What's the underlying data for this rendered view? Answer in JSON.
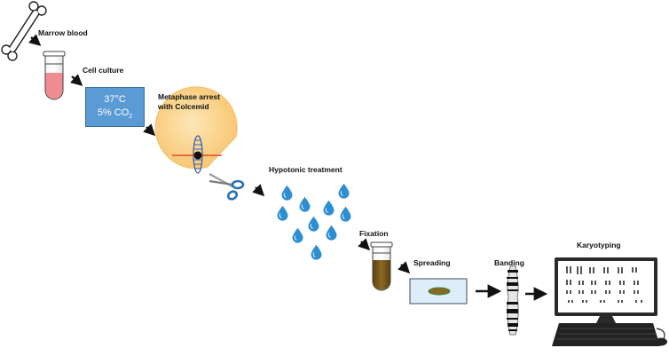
{
  "labels": {
    "marrow": "Marrow blood",
    "culture": "Cell culture",
    "metaphase_line1": "Metaphase arrest",
    "metaphase_line2": "with Colcemid",
    "hypotonic": "Hypotonic treatment",
    "fixation": "Fixation",
    "spreading": "Spreading",
    "banding": "Banding",
    "karyotyping": "Karyotyping"
  },
  "incubator": {
    "temperature": "37°C",
    "co2_prefix": "5% CO",
    "co2_sub": "2"
  },
  "colors": {
    "tube_blood": "#f08a93",
    "incubator": "#5b9bd5",
    "cell": "#fbd28a",
    "water_drop": "#2e8fd0",
    "fixative": "#7a5a1a",
    "slide": "#ddeefa",
    "smear": "#8a6a1e",
    "scissors": "#2a6fb5"
  },
  "icons": [
    "bone-icon",
    "test-tube-icon",
    "incubator-icon",
    "metaphase-cell-icon",
    "scissors-icon",
    "water-drop-icon",
    "fixation-tube-icon",
    "microscope-slide-icon",
    "chromosome-icon",
    "computer-icon",
    "keyboard-icon",
    "mouse-icon",
    "arrow-icon"
  ]
}
